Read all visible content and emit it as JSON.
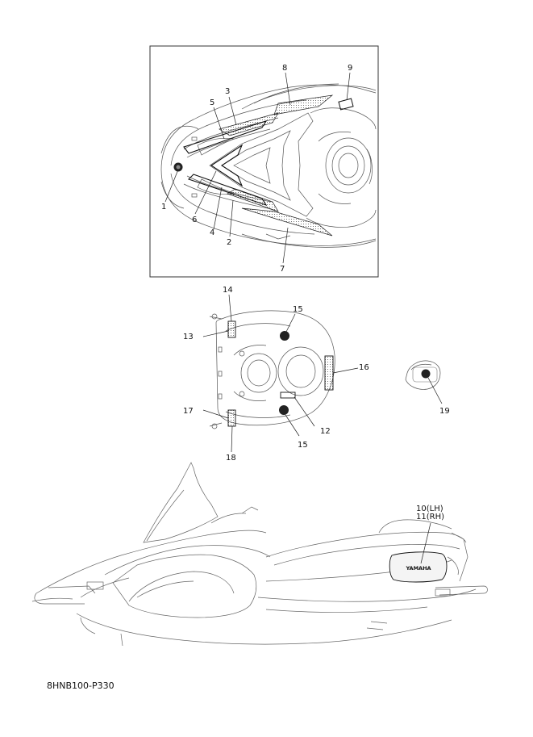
{
  "figure_code": "8HNB100-P330",
  "brand_mark": "YAMAHA",
  "callouts": {
    "c1": "1",
    "c2": "2",
    "c3": "3",
    "c4": "4",
    "c5": "5",
    "c6": "6",
    "c7": "7",
    "c8": "8",
    "c9": "9",
    "c10": "10(LH)",
    "c11": "11(RH)",
    "c12": "12",
    "c13": "13",
    "c14": "14",
    "c15a": "15",
    "c15b": "15",
    "c16": "16",
    "c17": "17",
    "c18": "18",
    "c19": "19"
  }
}
